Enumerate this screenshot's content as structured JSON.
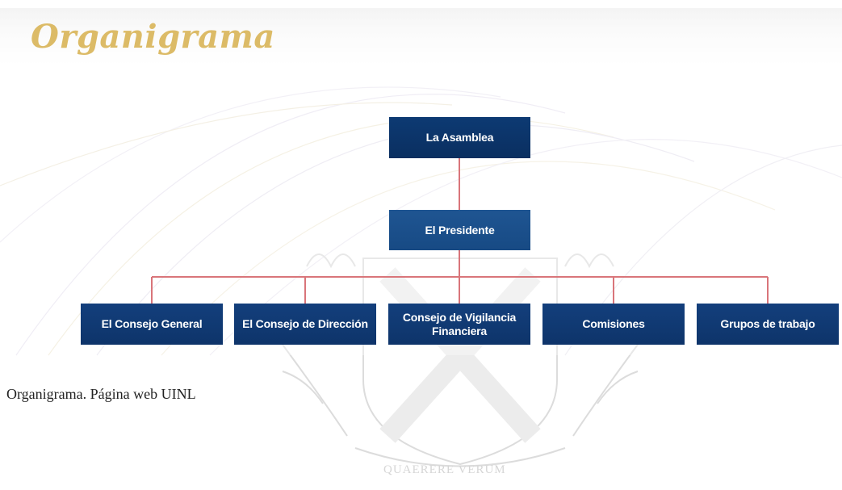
{
  "page": {
    "title": "Organigrama",
    "caption": "Organigrama. Página web UINL"
  },
  "watermark": {
    "motto": "QUAERERE VERUM"
  },
  "org": {
    "root": "La Asamblea",
    "president": "El Presidente",
    "children": [
      "El Consejo General",
      "El Consejo de Dirección",
      "Consejo de Vigilancia Financiera",
      "Comisiones",
      "Grupos de trabajo"
    ]
  },
  "colors": {
    "title": "#c99716",
    "node_dark": "#0d3a73",
    "node_mid": "#1f5592",
    "connector": "#d9757a"
  }
}
